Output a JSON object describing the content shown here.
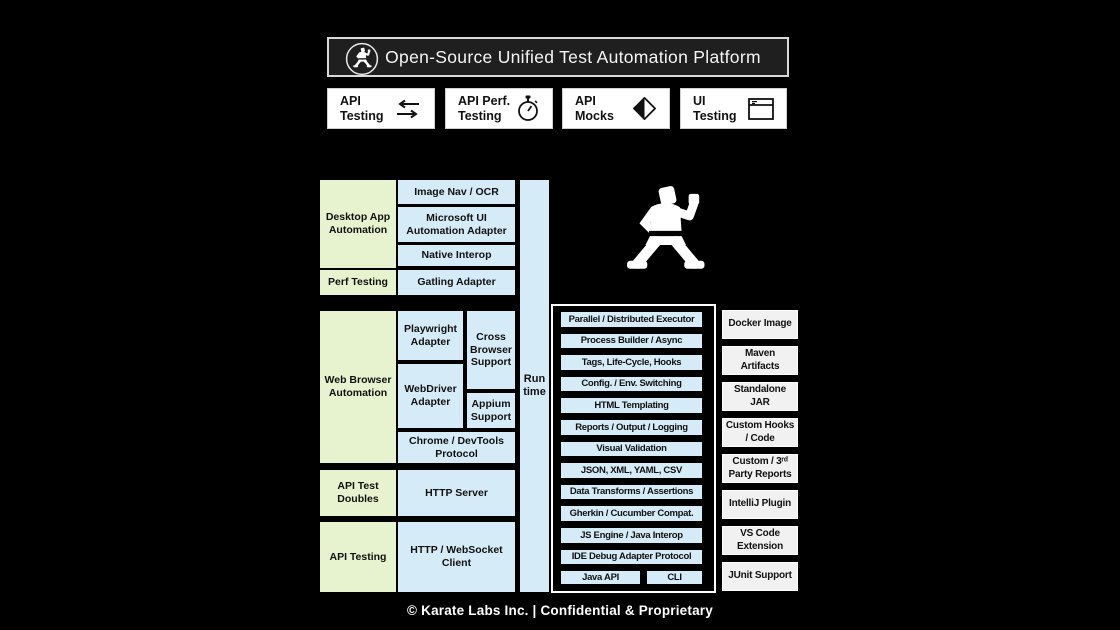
{
  "colors": {
    "bg": "#000000",
    "green": "#e7f2cf",
    "blue": "#d6ebf8",
    "panel": "#f1f1f1",
    "header_bg": "#1f1f1f",
    "header_border": "#d9d9d9",
    "ink": "#111111",
    "white": "#ffffff"
  },
  "header": {
    "title": "Open-Source Unified Test Automation Platform"
  },
  "features": [
    {
      "label": "API Testing",
      "icon": "swap-arrows"
    },
    {
      "label": "API Perf. Testing",
      "icon": "stopwatch"
    },
    {
      "label": "API Mocks",
      "icon": "half-diamond"
    },
    {
      "label": "UI Testing",
      "icon": "browser-window"
    }
  ],
  "capabilities": {
    "desktop_app_automation": "Desktop App Automation",
    "perf_testing": "Perf Testing",
    "web_browser_automation": "Web Browser Automation",
    "api_test_doubles": "API Test Doubles",
    "api_testing": "API Testing"
  },
  "adapters": {
    "image_nav_ocr": "Image Nav / OCR",
    "microsoft_ui_automation": "Microsoft UI Automation Adapter",
    "native_interop": "Native Interop",
    "gatling_adapter": "Gatling Adapter",
    "playwright_adapter": "Playwright Adapter",
    "cross_browser_support": "Cross Browser Support",
    "webdriver_adapter": "WebDriver Adapter",
    "appium_support": "Appium Support",
    "chrome_devtools_protocol": "Chrome / DevTools Protocol",
    "http_server": "HTTP Server",
    "http_websocket_client": "HTTP / WebSocket Client"
  },
  "runtime": {
    "label": "Run time"
  },
  "core": {
    "rows": [
      "Parallel / Distributed Executor",
      "Process Builder / Async",
      "Tags, Life-Cycle, Hooks",
      "Config. / Env. Switching",
      "HTML Templating",
      "Reports / Output / Logging",
      "Visual Validation",
      "JSON, XML, YAML, CSV",
      "Data Transforms / Assertions",
      "Gherkin / Cucumber Compat.",
      "JS Engine / Java Interop",
      "IDE Debug Adapter Protocol"
    ],
    "bottom": [
      "Java API",
      "CLI"
    ]
  },
  "outputs": [
    "Docker Image",
    "Maven Artifacts",
    "Standalone JAR",
    "Custom Hooks / Code",
    "Custom / 3ʳᵈ Party Reports",
    "IntelliJ Plugin",
    "VS Code Extension",
    "JUnit Support"
  ],
  "footer": {
    "text": "© Karate Labs Inc. | Confidential & Proprietary"
  }
}
